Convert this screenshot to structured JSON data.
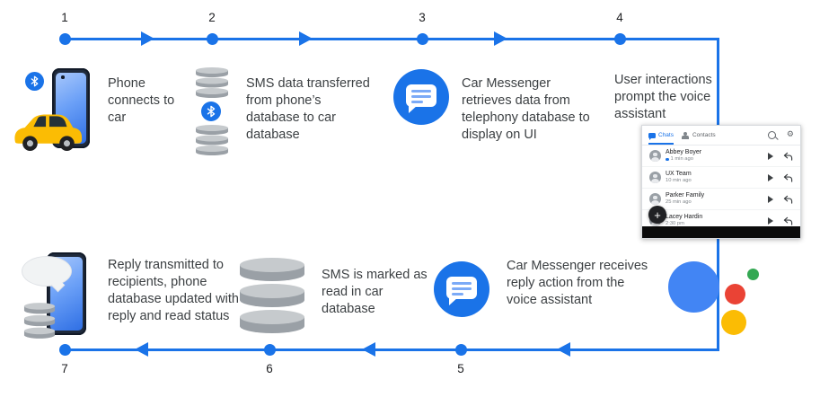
{
  "steps": [
    {
      "num": "1",
      "label": "Phone connects to car"
    },
    {
      "num": "2",
      "label": "SMS data transferred from phone’s database to car database"
    },
    {
      "num": "3",
      "label": "Car Messenger retrieves data from telephony database to display on UI"
    },
    {
      "num": "4",
      "label": "User interactions prompt the voice assistant"
    },
    {
      "num": "5",
      "label": "Car Messenger receives reply action from the voice assistant"
    },
    {
      "num": "6",
      "label": "SMS is marked as read in car database"
    },
    {
      "num": "7",
      "label": "Reply transmitted to recipients, phone database updated with reply and read status"
    }
  ],
  "car_ui": {
    "tabs": [
      {
        "label": "Chats",
        "active": true
      },
      {
        "label": "Contacts",
        "active": false
      }
    ],
    "conversations": [
      {
        "name": "Abbey Boyer",
        "time": "1 min ago",
        "unread": true
      },
      {
        "name": "UX Team",
        "time": "10 min ago",
        "unread": false
      },
      {
        "name": "Parker Family",
        "time": "25 min ago",
        "unread": false
      },
      {
        "name": "Lacey Hardin",
        "time": "2:30 pm",
        "unread": false
      }
    ],
    "fab_label": "+"
  },
  "icons": {
    "settings_glyph": "⚙"
  },
  "colors": {
    "timeline_blue": "#1a73e8",
    "assistant_blue": "#4285f4",
    "assistant_red": "#ea4335",
    "assistant_yellow": "#fbbc04",
    "assistant_green": "#34a853",
    "database_gray": "#9aa0a6",
    "car_yellow": "#fbbc04",
    "text_gray": "#3c4043"
  }
}
